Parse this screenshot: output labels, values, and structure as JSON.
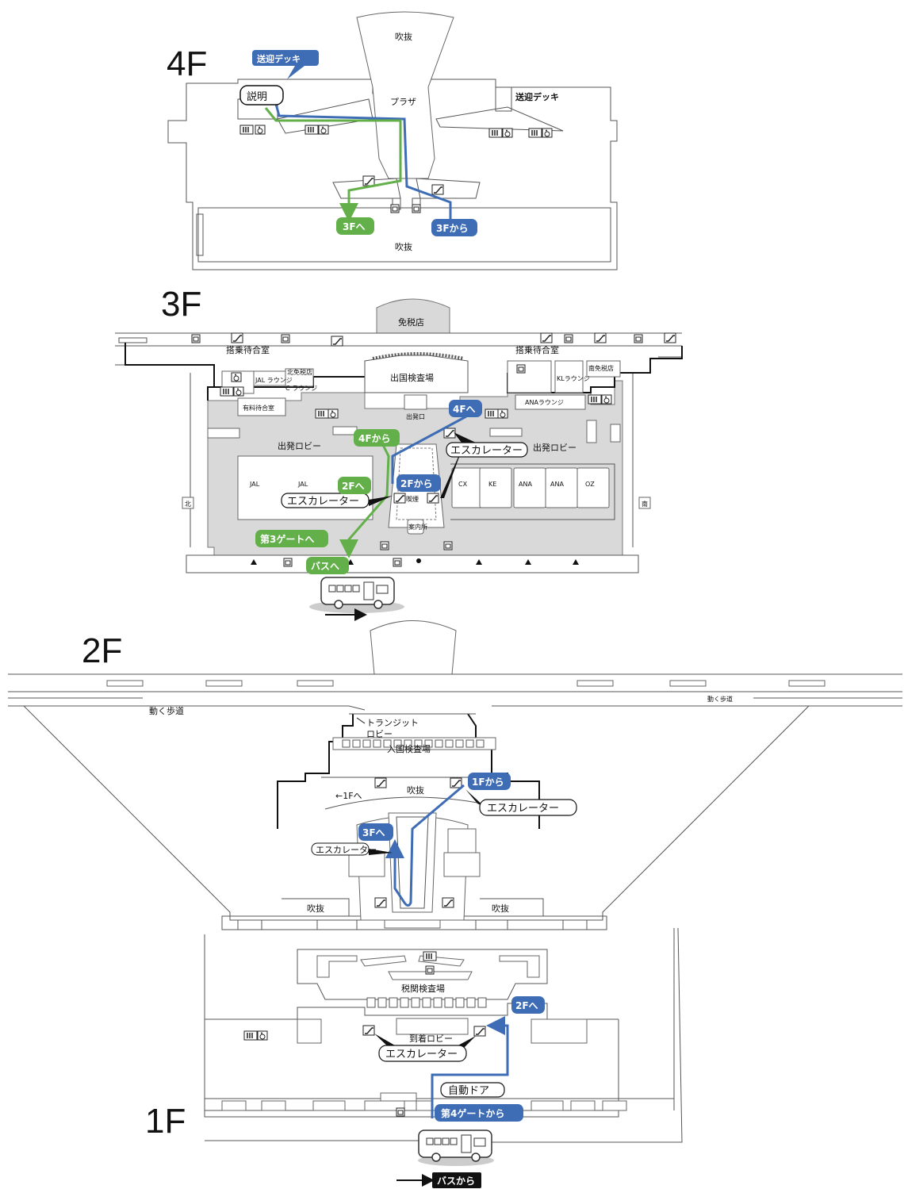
{
  "colors": {
    "green": "#63b04a",
    "blue": "#3f6db5",
    "black": "#111111",
    "lobby": "#d9d9d9"
  },
  "floors": {
    "f4": {
      "label": "4F",
      "labels": {
        "fukinuke_top": "吹抜",
        "plaza": "プラザ",
        "deck_right": "送迎デッキ",
        "fukinuke_bottom": "吹抜"
      },
      "callouts": {
        "explain": "説明"
      },
      "badges": {
        "deck": "送迎デッキ",
        "to3f": "3Fへ",
        "from3f": "3Fから"
      }
    },
    "f3": {
      "label": "3F",
      "labels": {
        "duty_free": "免税店",
        "waiting_left": "搭乗待合室",
        "waiting_right": "搭乗待合室",
        "emigration": "出国検査場",
        "jal_lounge": "JAL ラウンジ",
        "north_duty": "北免税店",
        "c_lounge": "C ラウンジ",
        "paid_lounge": "有料待合室",
        "south_duty": "南免税店",
        "ana_lounge": "ANAラウンジ",
        "kl_lounge": "KLラウンジ",
        "exit": "出発口",
        "lobby_left": "出発ロビー",
        "lobby_right": "出発ロビー",
        "jal1": "JAL",
        "jal2": "JAL",
        "cx": "CX",
        "ke": "KE",
        "ana1": "ANA",
        "ana2": "ANA",
        "oz": "OZ",
        "smoking": "喫煙",
        "info": "案内所",
        "north": "北",
        "south": "南"
      },
      "callouts": {
        "esc_left": "エスカレーター",
        "esc_right": "エスカレーター"
      },
      "badges": {
        "from4f": "4Fから",
        "to4f": "4Fへ",
        "to2f": "2Fへ",
        "from2f": "2Fから",
        "gate3": "第3ゲートへ",
        "bus": "バスへ"
      }
    },
    "f2": {
      "label": "2F",
      "labels": {
        "walkway_left": "動く歩道",
        "walkway_right": "動く歩道",
        "transit1": "トランジット",
        "transit2": "ロビー",
        "immigration": "入国検査場",
        "to1f": "←1Fへ",
        "fukinuke_center": "吹抜",
        "fukinuke_left": "吹抜",
        "fukinuke_right": "吹抜"
      },
      "callouts": {
        "esc_right": "エスカレーター",
        "esc_left": "エスカレーター"
      },
      "badges": {
        "from1f": "1Fから",
        "to3f": "3Fへ"
      }
    },
    "f1": {
      "label": "1F",
      "labels": {
        "customs": "税関検査場",
        "arrival": "到着ロビー"
      },
      "callouts": {
        "esc": "エスカレーター",
        "auto_door": "自動ドア"
      },
      "badges": {
        "to2f": "2Fへ",
        "gate4": "第4ゲートから",
        "bus_from": "バスから"
      }
    }
  }
}
